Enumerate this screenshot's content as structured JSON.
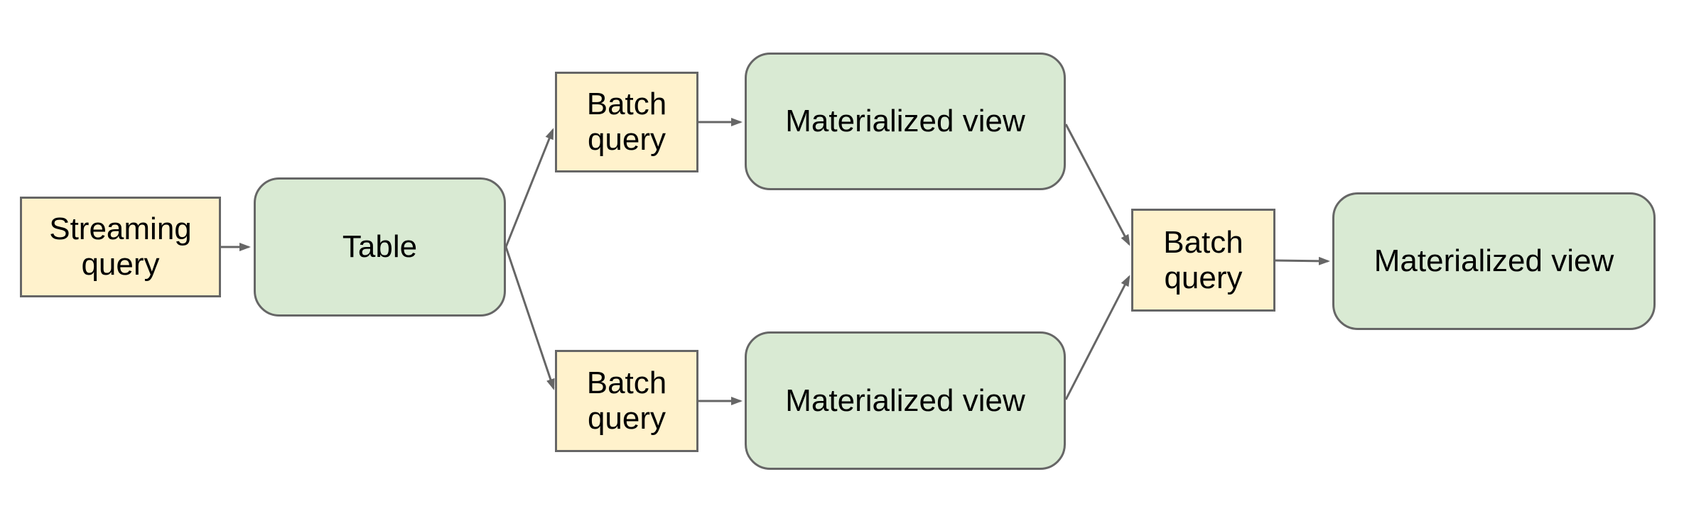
{
  "diagram": {
    "colors": {
      "query_fill": "#fff2cc",
      "view_fill": "#d9ead3",
      "border": "#666666",
      "connector": "#666666",
      "text": "#000000",
      "background": "#ffffff"
    },
    "nodes": [
      {
        "id": "streaming-query",
        "label": "Streaming query",
        "shape": "rectangle"
      },
      {
        "id": "table",
        "label": "Table",
        "shape": "rounded"
      },
      {
        "id": "batch-query-top",
        "label": "Batch query",
        "shape": "rectangle"
      },
      {
        "id": "materialized-view-top",
        "label": "Materialized view",
        "shape": "rounded"
      },
      {
        "id": "batch-query-bottom",
        "label": "Batch query",
        "shape": "rectangle"
      },
      {
        "id": "materialized-view-bottom",
        "label": "Materialized view",
        "shape": "rounded"
      },
      {
        "id": "batch-query-right",
        "label": "Batch query",
        "shape": "rectangle"
      },
      {
        "id": "materialized-view-right",
        "label": "Materialized view",
        "shape": "rounded"
      }
    ],
    "edges": [
      {
        "from": "streaming-query",
        "to": "table"
      },
      {
        "from": "table",
        "to": "batch-query-top"
      },
      {
        "from": "table",
        "to": "batch-query-bottom"
      },
      {
        "from": "batch-query-top",
        "to": "materialized-view-top"
      },
      {
        "from": "batch-query-bottom",
        "to": "materialized-view-bottom"
      },
      {
        "from": "materialized-view-top",
        "to": "batch-query-right"
      },
      {
        "from": "materialized-view-bottom",
        "to": "batch-query-right"
      },
      {
        "from": "batch-query-right",
        "to": "materialized-view-right"
      }
    ]
  }
}
